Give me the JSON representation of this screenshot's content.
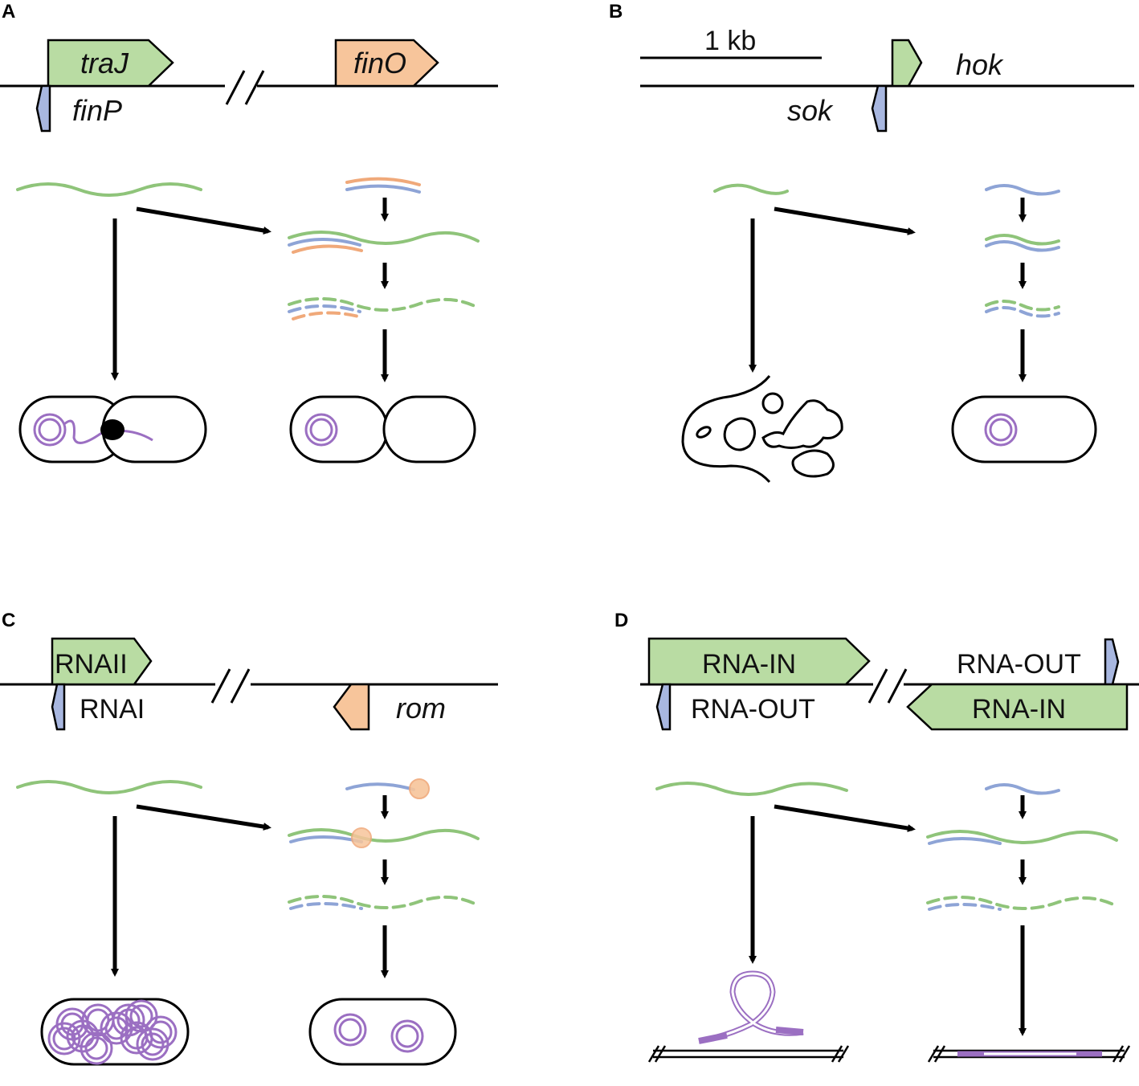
{
  "panels": {
    "A": {
      "label": "A",
      "gene1": "traJ",
      "gene2": "finO",
      "antisense": "finP"
    },
    "B": {
      "label": "B",
      "scale": "1 kb",
      "gene": "hok",
      "antisense": "sok"
    },
    "C": {
      "label": "C",
      "gene": "RNAII",
      "antisense": "RNAI",
      "gene2": "rom"
    },
    "D": {
      "label": "D",
      "gene_left": "RNA-IN",
      "antisense_left": "RNA-OUT",
      "antisense_right": "RNA-OUT",
      "gene_right": "RNA-IN"
    }
  },
  "colors": {
    "sense_rna": "#8fc47a",
    "antisense_rna": "#8ea4d6",
    "protein": "#f0a97a",
    "plasmid": "#9b6fc2"
  }
}
